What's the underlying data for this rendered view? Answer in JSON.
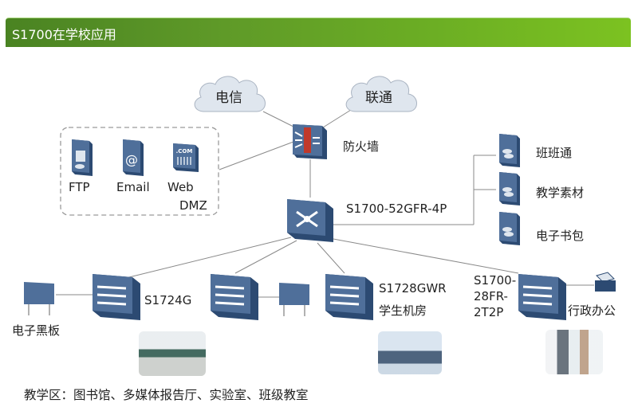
{
  "title": "S1700在学校应用",
  "clouds": [
    {
      "id": "telecom",
      "label": "电信"
    },
    {
      "id": "unicom",
      "label": "联通"
    }
  ],
  "firewall": {
    "label": "防火墙"
  },
  "dmz": {
    "label": "DMZ",
    "servers": [
      {
        "label": "FTP",
        "icon": "ftp-server-icon"
      },
      {
        "label": "Email",
        "icon": "email-server-icon"
      },
      {
        "label": "Web",
        "icon": "web-server-icon",
        "badge": ".COM"
      }
    ]
  },
  "core_switch": {
    "label": "S1700-52GFR-4P"
  },
  "servers_right": [
    {
      "label": "班班通"
    },
    {
      "label": "教学素材"
    },
    {
      "label": "电子书包"
    }
  ],
  "access": [
    {
      "label": "S1724G",
      "endpoint": "电子黑板"
    },
    {
      "label": "",
      "endpoint": ""
    },
    {
      "label": "S1728GWR",
      "endpoint": "学生机房"
    },
    {
      "label_lines": [
        "S1700-",
        "28FR-",
        "2T2P"
      ],
      "endpoint": "行政办公"
    }
  ],
  "footer": "教学区：图书馆、多媒体报告厅、实验室、班级教室",
  "colors": {
    "banner_start": "#4a8322",
    "banner_end": "#7cc221",
    "device": "#3f5f8a",
    "line": "#8a8a8a"
  }
}
